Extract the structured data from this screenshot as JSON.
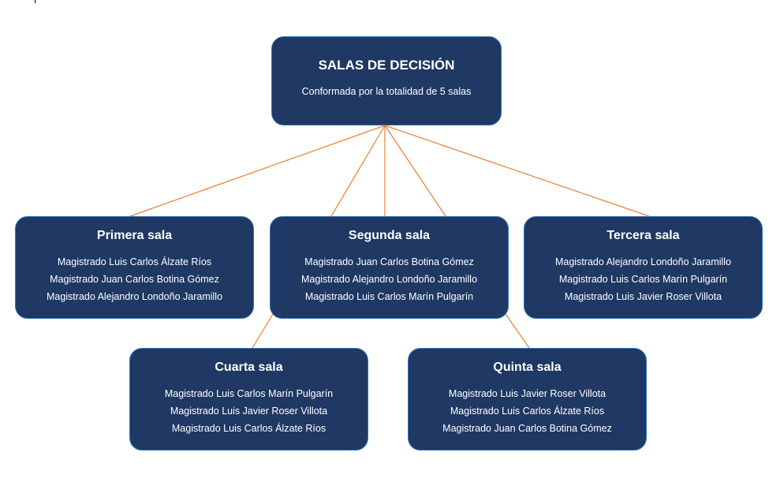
{
  "root": {
    "title": "SALAS DE DECISIÓN",
    "subtitle": "Conformada por la totalidad de 5 salas"
  },
  "salas": [
    {
      "title": "Primera sala",
      "members": [
        "Magistrado Luis Carlos Álzate Ríos",
        "Magistrado Juan Carlos Botina Gómez",
        "Magistrado Alejandro Londoño Jaramillo"
      ]
    },
    {
      "title": "Segunda sala",
      "members": [
        "Magistrado Juan Carlos Botina Gómez",
        "Magistrado Alejandro Londoño Jaramillo",
        "Magistrado Luis Carlos Marín Pulgarín"
      ]
    },
    {
      "title": "Tercera sala",
      "members": [
        "Magistrado Alejandro Londoño Jaramillo",
        "Magistrado Luis Carlos Marín Pulgarín",
        "Magistrado Luis Javier Roser Villota"
      ]
    },
    {
      "title": "Cuarta sala",
      "members": [
        "Magistrado Luis Carlos Marín Pulgarín",
        "Magistrado Luis Javier Roser Villota",
        "Magistrado Luis Carlos Álzate Ríos"
      ]
    },
    {
      "title": "Quinta sala",
      "members": [
        "Magistrado Luis Javier Roser Villota",
        "Magistrado Luis Carlos Álzate Ríos",
        "Magistrado Juan Carlos Botina Gómez"
      ]
    }
  ],
  "colors": {
    "box_fill": "#1f3864",
    "box_border": "#2e75b6",
    "connector": "#ed7d31",
    "text": "#ffffff"
  }
}
